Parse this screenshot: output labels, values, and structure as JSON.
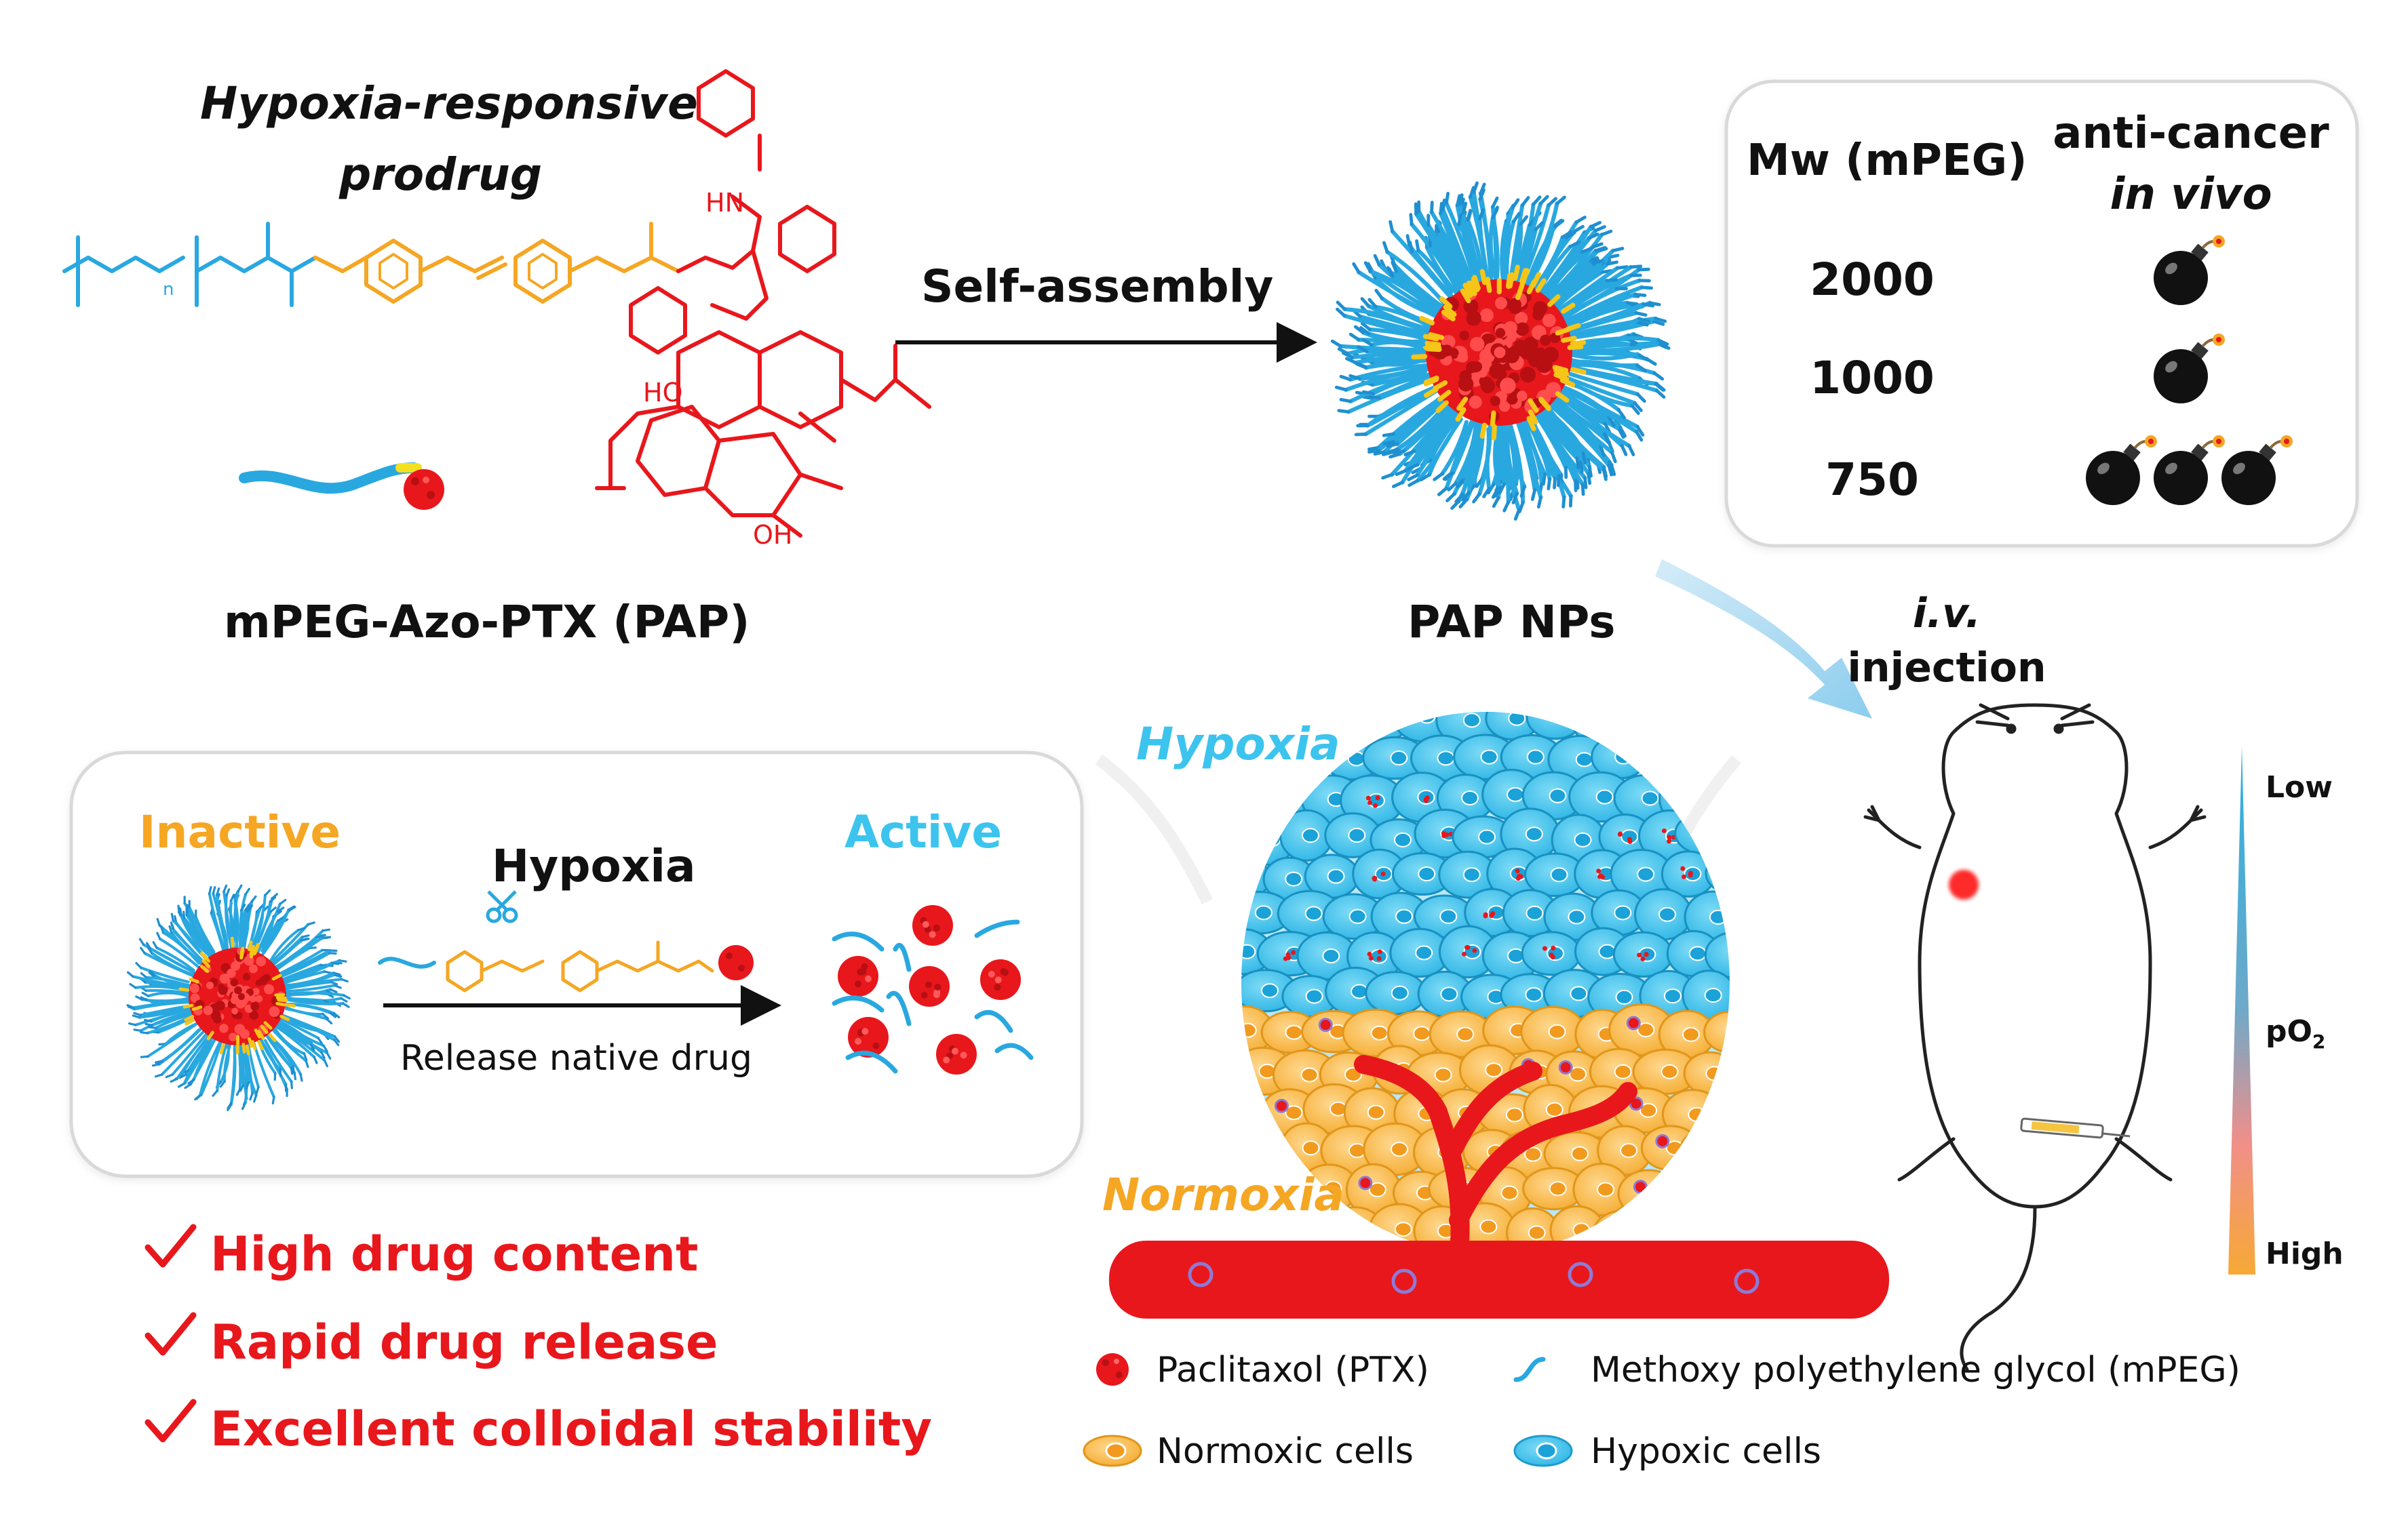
{
  "prodrug": {
    "title_line1": "Hypoxia-responsive",
    "title_line2": "prodrug",
    "name": "mPEG-Azo-PTX (PAP)",
    "structure_labels": {
      "n": "n",
      "hn": "HN",
      "ho": "HO",
      "oh": "OH"
    }
  },
  "assembly": {
    "arrow_label": "Self-assembly",
    "nanoparticle_label": "PAP NPs"
  },
  "table": {
    "header_mw": "Mw (mPEG)",
    "header_activity_line1": "anti-cancer",
    "header_activity_line2": "in vivo",
    "rows": [
      {
        "mw": "2000",
        "bombs": 1
      },
      {
        "mw": "1000",
        "bombs": 1
      },
      {
        "mw": "750",
        "bombs": 3
      }
    ]
  },
  "injection": {
    "line1": "i.v.",
    "line2": "injection"
  },
  "mechanism": {
    "inactive": "Inactive",
    "hypoxia": "Hypoxia",
    "active": "Active",
    "release": "Release native drug"
  },
  "advantages": [
    "High drug content",
    "Rapid drug release",
    "Excellent colloidal stability"
  ],
  "tumor": {
    "hypoxia_label": "Hypoxia",
    "normoxia_label": "Normoxia"
  },
  "gradient": {
    "low": "Low",
    "po2": "pO",
    "po2_sub": "2",
    "high": "High"
  },
  "legend": [
    {
      "symbol": "ptx",
      "label": "Paclitaxol (PTX)"
    },
    {
      "symbol": "mpeg",
      "label": "Methoxy polyethylene glycol (mPEG)"
    },
    {
      "symbol": "normoxic",
      "label": "Normoxic cells"
    },
    {
      "symbol": "hypoxic",
      "label": "Hypoxic cells"
    }
  ],
  "colors": {
    "peg_blue": "#29a8e0",
    "azo_orange": "#f5a623",
    "ptx_red": "#e8171c",
    "hypoxia_cyan": "#3cc4ee",
    "normoxia_orange": "#f7b733",
    "text_red": "#e8171c",
    "check_red": "#e8171c"
  }
}
